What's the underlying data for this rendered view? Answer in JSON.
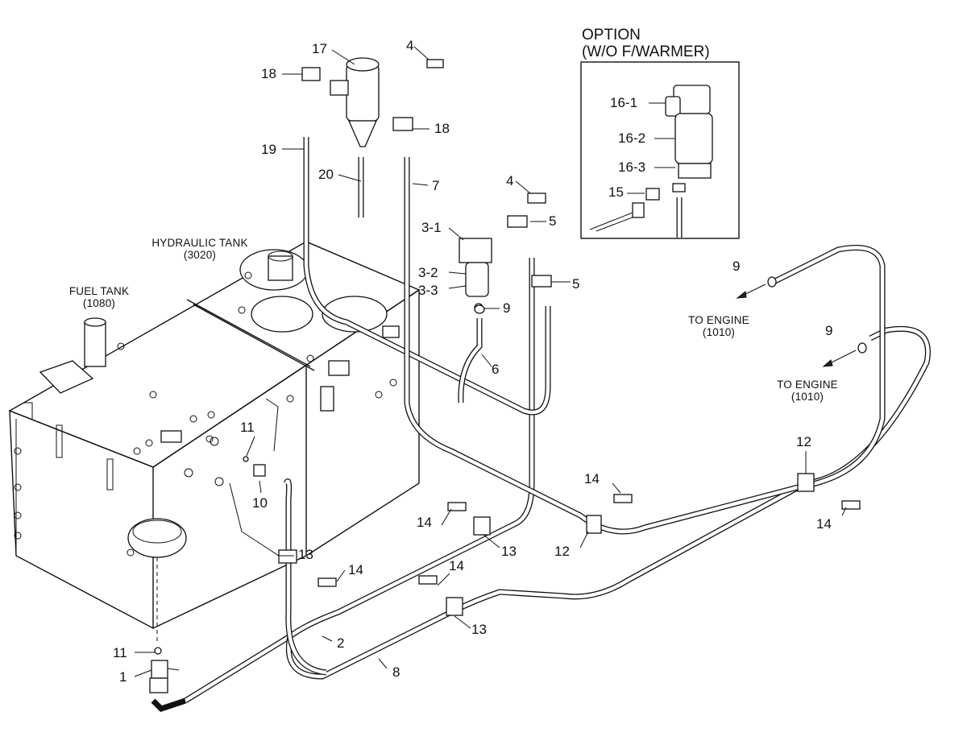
{
  "labels": {
    "p1": "1",
    "p2": "2",
    "p3_1": "3-1",
    "p3_2": "3-2",
    "p3_3": "3-3",
    "p4a": "4",
    "p4b": "4",
    "p5a": "5",
    "p5b": "5",
    "p6": "6",
    "p7": "7",
    "p8": "8",
    "p9a": "9",
    "p9b": "9",
    "p9c": "9",
    "p10": "10",
    "p11a": "11",
    "p11b": "11",
    "p12a": "12",
    "p12b": "12",
    "p13a": "13",
    "p13b": "13",
    "p13c": "13",
    "p14a": "14",
    "p14b": "14",
    "p14c": "14",
    "p14d": "14",
    "p14e": "14",
    "p15": "15",
    "p16_1": "16-1",
    "p16_2": "16-2",
    "p16_3": "16-3",
    "p17": "17",
    "p18a": "18",
    "p18b": "18",
    "p19": "19",
    "p20": "20"
  },
  "captions": {
    "hydraulic_tank_line1": "HYDRAULIC TANK",
    "hydraulic_tank_line2": "(3020)",
    "fuel_tank_line1": "FUEL TANK",
    "fuel_tank_line2": "(1080)",
    "to_engine_a_line1": "TO ENGINE",
    "to_engine_a_line2": "(1010)",
    "to_engine_b_line1": "TO ENGINE",
    "to_engine_b_line2": "(1010)"
  },
  "option_box": {
    "title_line1": "OPTION",
    "title_line2": "(W/O F/WARMER)"
  }
}
